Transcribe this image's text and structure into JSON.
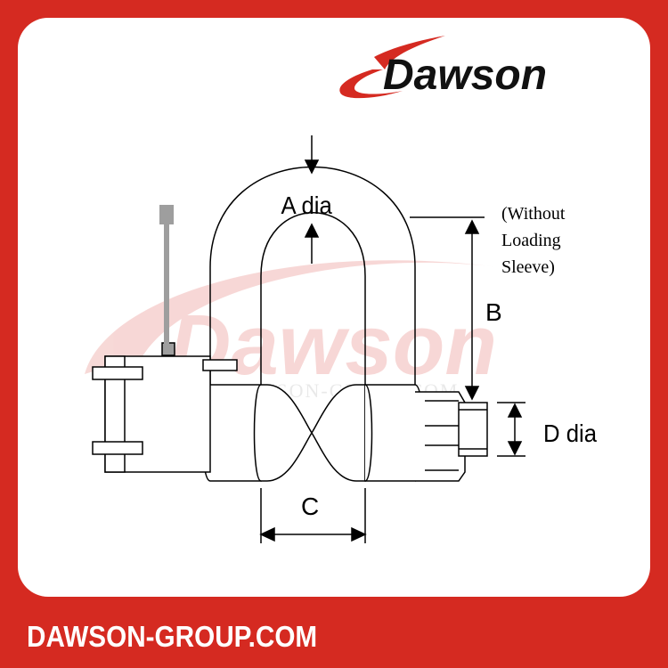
{
  "brand": {
    "logo_text": "Dawson",
    "watermark_text": "Dawson",
    "watermark_email": "INFO@DAWSON-GROUP.COM",
    "footer_url": "DAWSON-GROUP.COM"
  },
  "colors": {
    "brand_red": "#d52a21",
    "logo_black": "#111111",
    "drawing": "#000000",
    "pin_gray": "#9e9e9e"
  },
  "diagram": {
    "labels": {
      "a": "A dia",
      "b": "B",
      "c": "C",
      "d": "D dia",
      "note_line1": "(Without",
      "note_line2": "Loading",
      "note_line3": "Sleeve)"
    }
  }
}
